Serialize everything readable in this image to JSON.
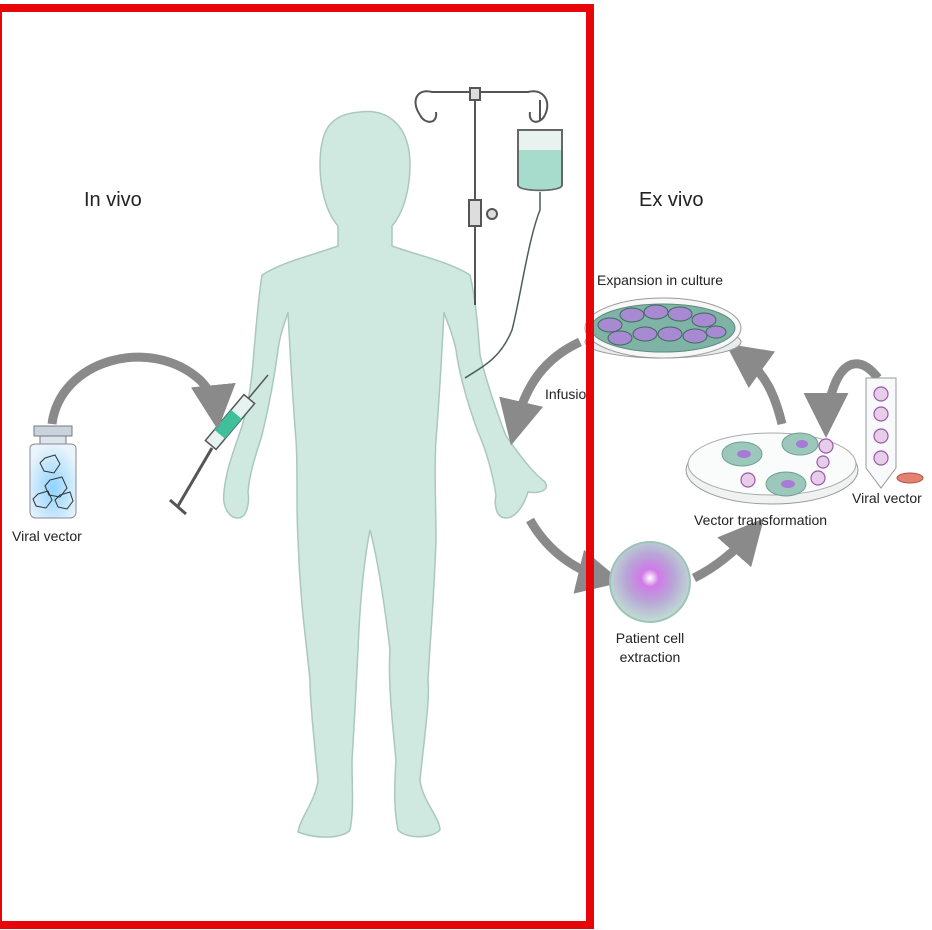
{
  "labels": {
    "in_vivo": "In vivo",
    "ex_vivo": "Ex vivo",
    "viral_vector_left": "Viral vector",
    "viral_vector_right": "Viral vector",
    "expansion_in_culture": "Expansion in culture",
    "infusion": "Infusion",
    "vector_transformation": "Vector transformation",
    "patient_cell_line1": "Patient cell",
    "patient_cell_line2": "extraction"
  },
  "colors": {
    "body_fill": "#cfe9e1",
    "body_stroke": "#a9c8bf",
    "arrow": "#8a8a8a",
    "highlight": "#e8050a",
    "cell_purple": "#b57bd6",
    "fluid": "#a7dccd"
  }
}
